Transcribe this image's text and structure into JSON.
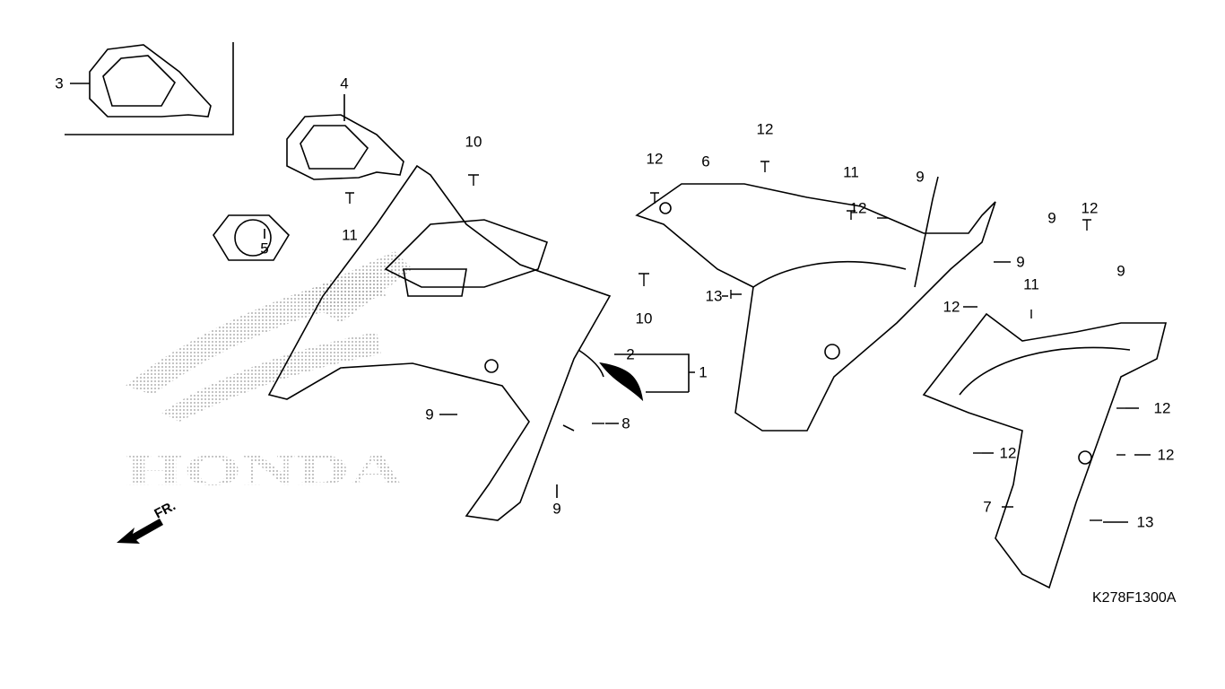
{
  "diagram": {
    "callouts": [
      "3",
      "4",
      "5",
      "11",
      "10",
      "10",
      "2",
      "1",
      "9",
      "8",
      "9",
      "12",
      "6",
      "12",
      "13",
      "11",
      "12",
      "9",
      "9",
      "9",
      "12",
      "9",
      "11",
      "12",
      "12",
      "12",
      "12",
      "7",
      "13"
    ],
    "direction_label": "FR.",
    "drawing_code": "K278F1300A",
    "watermark_logo": "HONDA",
    "colors": {
      "line": "#000000",
      "background": "#ffffff",
      "watermark": "#9a9a9a"
    }
  }
}
